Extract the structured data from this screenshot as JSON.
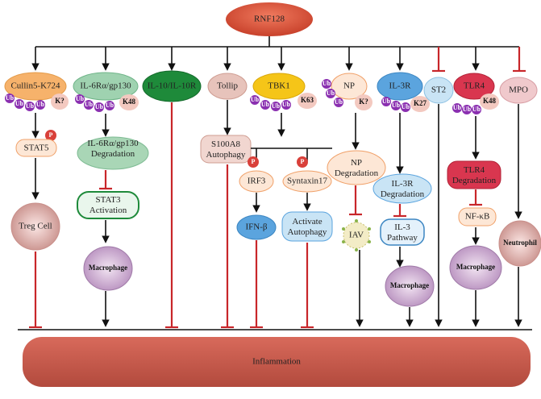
{
  "top": {
    "label": "RNF128"
  },
  "bottom": {
    "label": "Inflammation"
  },
  "ub": "Ub",
  "phospho": "P",
  "columns": {
    "c1": {
      "target": "Cullin5-K724",
      "site": "K?",
      "step1": "STAT5",
      "cell": "Treg Cell"
    },
    "c2": {
      "target": "IL-6Rα/gp130",
      "site": "K48",
      "step1": "IL-6Rα/gp130 Degradation",
      "step2": "STAT3 Activation",
      "cell": "Macrophage"
    },
    "c3": {
      "target": "IL-10/IL-10R"
    },
    "c4": {
      "target": "Tollip",
      "step1": "S100A8 Autophagy"
    },
    "c5": {
      "target": "TBK1",
      "site": "K63",
      "step1": "IRF3",
      "step2": "IFN-β"
    },
    "c6": {
      "step1": "Syntaxin17",
      "step2": "Activate Autophagy"
    },
    "c7": {
      "target": "NP",
      "site": "K?",
      "step1": "NP Degradation",
      "cell": "IAV"
    },
    "c8": {
      "target": "IL-3R",
      "site": "K27",
      "step1": "IL-3R Degradation",
      "step2": "IL-3 Pathway",
      "cell": "Macrophage"
    },
    "c9": {
      "target": "ST2"
    },
    "c10": {
      "target": "TLR4",
      "site": "K48",
      "step1": "TLR4 Degradation",
      "step2": "NF-κB",
      "cell": "Macrophage"
    },
    "c11": {
      "target": "MPO",
      "cell": "Neutrophil"
    }
  },
  "colors": {
    "rnf128": "#d9553d",
    "inflammation": "#c1584a",
    "ubiquitin": "#8a2fb0",
    "phospho": "#d9403a",
    "inhibit": "#c8262a",
    "orange": "#f6b26b",
    "green": "#8fc9a0",
    "darkgreen": "#1e8a3a",
    "pink": "#e7c3bb",
    "yellow": "#f5c518",
    "blue": "#5ba4de",
    "lightblue": "#c9e4f5",
    "red": "#d9364f",
    "lightpink": "#f0c9cc"
  }
}
